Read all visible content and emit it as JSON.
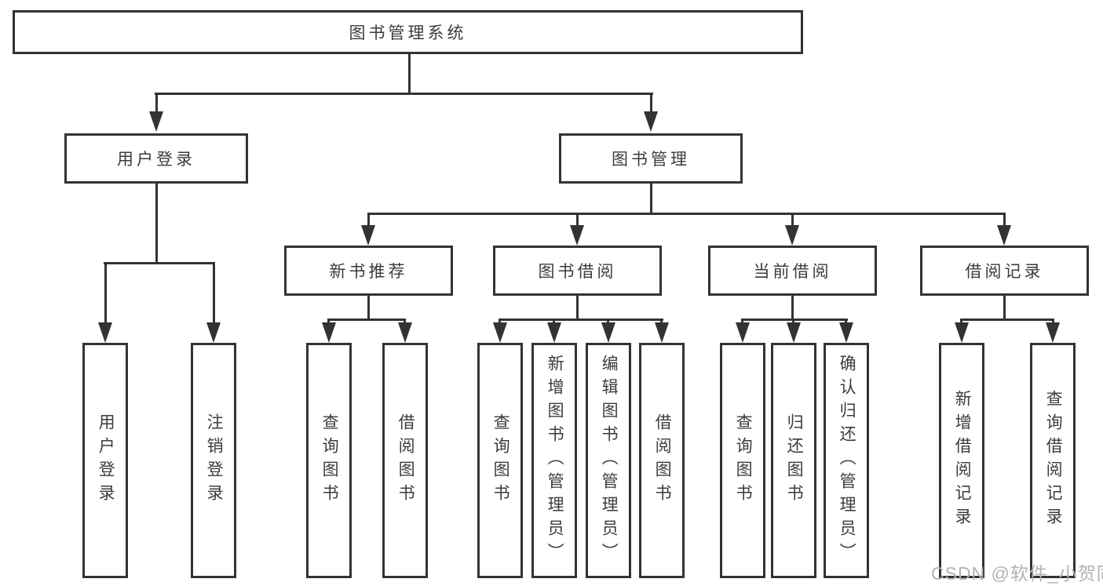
{
  "colors": {
    "line": "#333333",
    "node_border": "#333333",
    "node_text": "#3c3c3c",
    "node_background": "#ffffff",
    "page_background": "#ffffff",
    "watermark_text": "#b2b2b2"
  },
  "root": {
    "label": "图书管理系统"
  },
  "branches": [
    {
      "label": "用户登录",
      "leaves": [
        "用户登录",
        "注销登录"
      ]
    },
    {
      "label": "图书管理",
      "groups": [
        {
          "label": "新书推荐",
          "leaves": [
            "查询图书",
            "借阅图书"
          ]
        },
        {
          "label": "图书借阅",
          "leaves": [
            "查询图书",
            "新增图书（管理员）",
            "编辑图书（管理员）",
            "借阅图书"
          ]
        },
        {
          "label": "当前借阅",
          "leaves": [
            "查询图书",
            "归还图书",
            "确认归还（管理员）"
          ]
        },
        {
          "label": "借阅记录",
          "leaves": [
            "新增借阅记录",
            "查询借阅记录"
          ]
        }
      ]
    }
  ],
  "watermark": "CSDN @软件_小贺同学"
}
